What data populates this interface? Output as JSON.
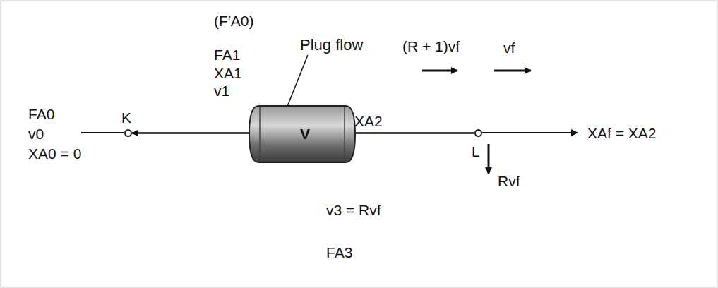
{
  "diagram": {
    "nodes": [
      {
        "text": [
          "K"
        ]
      },
      {
        "text": [
          "V"
        ]
      },
      {
        "text": [
          "L"
        ]
      }
    ],
    "edges": [
      {
        "from": 0,
        "to": 1,
        "arrow": "none"
      },
      {
        "from": 1,
        "to": 2,
        "arrow": "none"
      },
      {
        "from": 2,
        "to": 0,
        "arrow": "to"
      }
    ],
    "labels": [
      "(F′A0)",
      "FA1",
      "XA1",
      "v1",
      "Plug flow",
      "FA0",
      "v0",
      "XA0 = 0",
      "XA2",
      "(R + 1)vf",
      "vf",
      "Rvf",
      "XAf = XA2",
      "v3 = Rvf",
      "FA3"
    ]
  }
}
